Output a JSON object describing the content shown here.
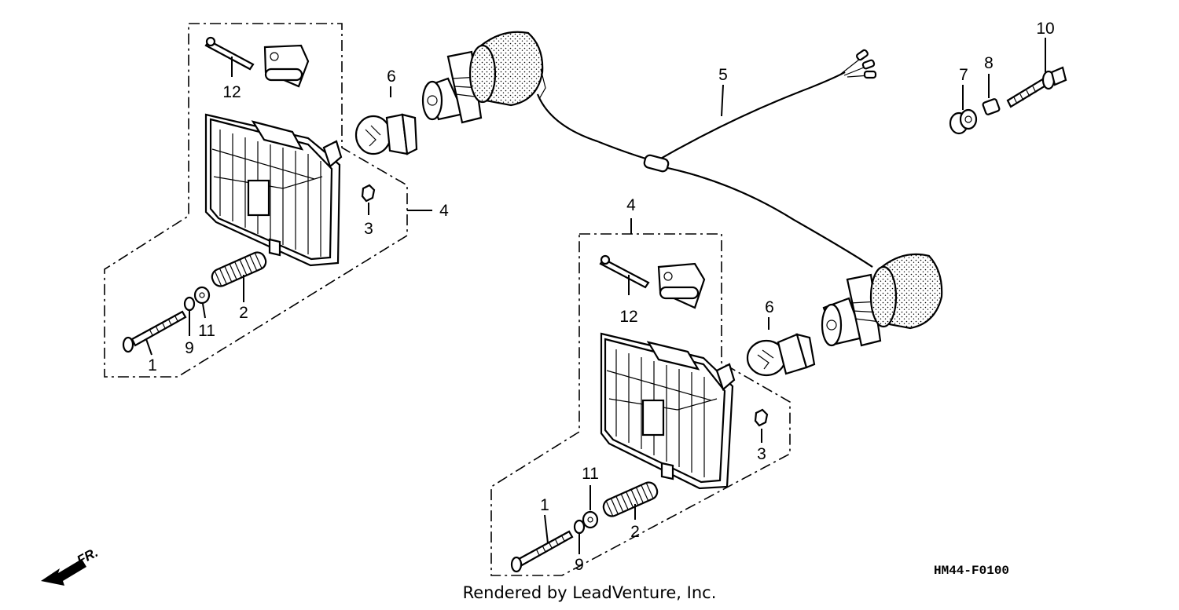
{
  "diagram": {
    "callouts": {
      "left_assembly": {
        "bolt": "1",
        "spring": "2",
        "nut": "3",
        "headlight_unit": "4",
        "bulb": "6",
        "washer": "9",
        "washer_b": "11",
        "clip": "12"
      },
      "right_assembly": {
        "bolt": "1",
        "spring": "2",
        "nut": "3",
        "headlight_unit": "4",
        "bulb": "6",
        "washer": "9",
        "washer_b": "11",
        "clip": "12"
      },
      "harness": "5",
      "grommet": "7",
      "collar": "8",
      "screw": "10"
    },
    "direction_label": "FR.",
    "figure_code": "HM44-F0100",
    "credit": "Rendered by LeadVenture, Inc."
  }
}
